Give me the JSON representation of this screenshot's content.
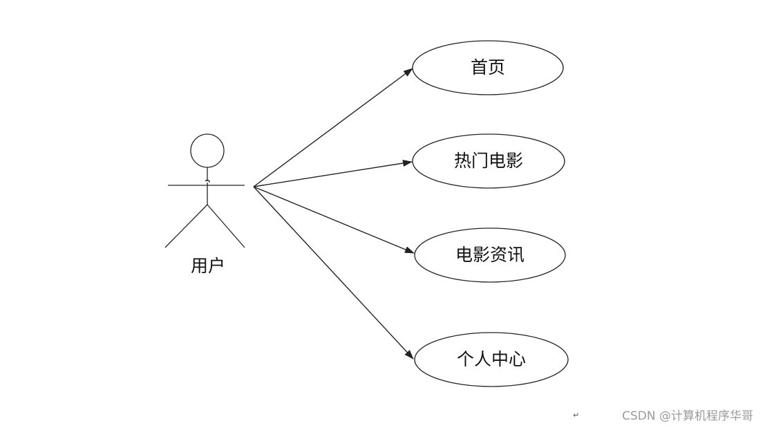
{
  "diagram": {
    "actor": {
      "label": "用户",
      "icon": "stick-figure-icon"
    },
    "use_cases": [
      {
        "id": "home",
        "label": "首页"
      },
      {
        "id": "hot-movies",
        "label": "热门电影"
      },
      {
        "id": "movie-news",
        "label": "电影资讯"
      },
      {
        "id": "personal-center",
        "label": "个人中心"
      }
    ],
    "associations": [
      {
        "from": "actor",
        "to": "home"
      },
      {
        "from": "actor",
        "to": "hot-movies"
      },
      {
        "from": "actor",
        "to": "movie-news"
      },
      {
        "from": "actor",
        "to": "personal-center"
      }
    ],
    "colors": {
      "stroke": "#222222",
      "background": "#ffffff",
      "watermark": "#9a9a9a"
    }
  },
  "paragraph_mark": "↵",
  "watermark": "CSDN @计算机程序华哥"
}
